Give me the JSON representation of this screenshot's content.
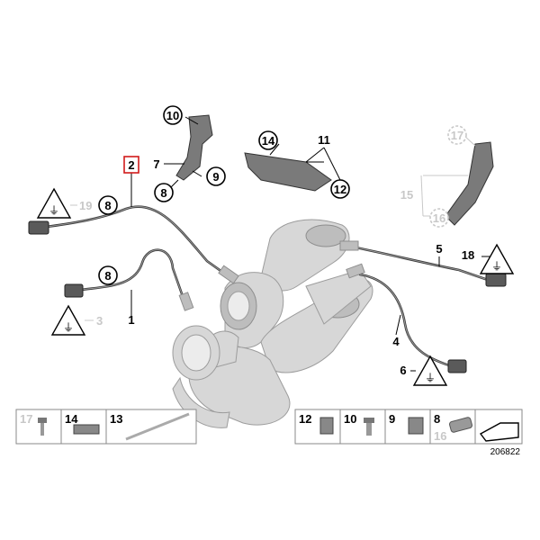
{
  "callouts": {
    "c1": "1",
    "c2": "2",
    "c3": "3",
    "c4": "4",
    "c5": "5",
    "c6": "6",
    "c7": "7",
    "c8a": "8",
    "c8b": "8",
    "c8c": "8",
    "c9": "9",
    "c10": "10",
    "c11": "11",
    "c12": "12",
    "c14": "14",
    "c15": "15",
    "c16": "16",
    "c17": "17",
    "c18": "18",
    "c19": "19"
  },
  "parts_table": {
    "left": [
      {
        "label": "17",
        "grey": true
      },
      {
        "label": "14",
        "grey": false
      },
      {
        "label": "13",
        "grey": false
      }
    ],
    "right": [
      {
        "label": "12",
        "grey": false
      },
      {
        "label": "10",
        "grey": false
      },
      {
        "label": "9",
        "grey": false
      },
      {
        "label": "8",
        "grey": false
      },
      {
        "label": "16",
        "grey": true
      }
    ]
  },
  "reference_number": "206822",
  "colors": {
    "highlight": "#d11a1a",
    "grey_label": "#c8c8c8",
    "wire": "#3a3a3a"
  },
  "icons": [
    "warning-triangle-icon",
    "sensor-connector-icon",
    "scroll-arrow-icon"
  ]
}
